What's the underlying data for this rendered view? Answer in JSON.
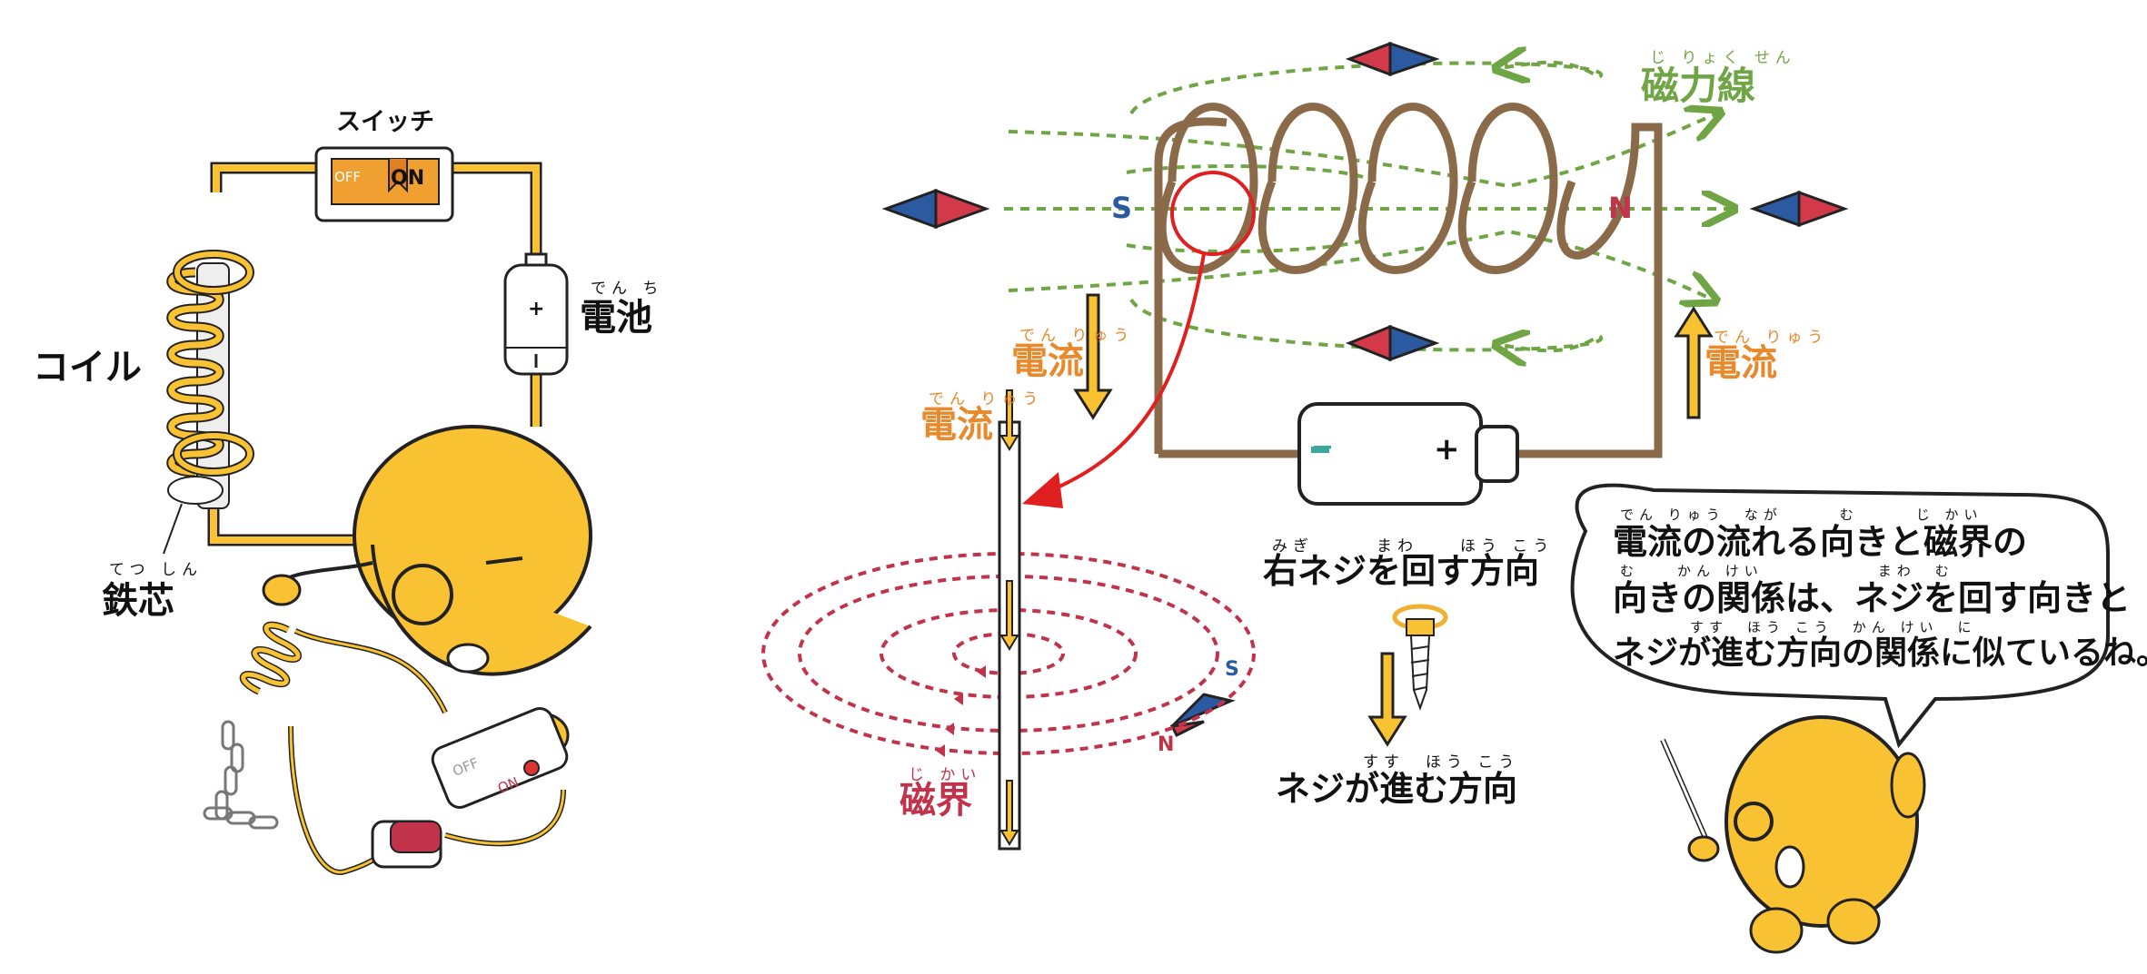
{
  "left": {
    "switch_label": "スイッチ",
    "switch_off": "OFF",
    "switch_on": "ON",
    "battery_label": "電池",
    "battery_label_ruby": "でん ち",
    "battery_plus": "+",
    "coil_label": "コイル",
    "core_label": "鉄芯",
    "core_label_ruby": "てつ しん",
    "remote_off": "OFF",
    "remote_on": "ON"
  },
  "middle": {
    "current_label_a": "電流",
    "current_label_a_ruby": "でん りゅう",
    "current_label_b": "電流",
    "current_label_b_ruby": "でん りゅう",
    "current_label_c": "電流",
    "current_label_c_ruby": "でん りゅう",
    "field_lines_label": "磁力線",
    "field_lines_ruby": "じ りょく せん",
    "pole_s": "S",
    "pole_n": "N",
    "compass_s": "S",
    "compass_n": "N",
    "magnetic_field_label": "磁界",
    "magnetic_field_ruby": "じ かい",
    "screw_turn_label": "右ネジを回す方向",
    "screw_turn_ruby": "みぎ　　　まわ　　ほう こう",
    "screw_advance_label": "ネジが進む方向",
    "screw_advance_ruby": "すす　ほう こう",
    "battery_minus": "−",
    "battery_plus": "+"
  },
  "speech": {
    "line1": "電流の流れる向きと磁界の",
    "line1_ruby": "でん りゅう　なが　　　む　　　じ かい",
    "line2": "向きの関係は、ネジを回す向きと",
    "line2_ruby": "む　　かん けい　　　　　　まわ　む",
    "line3": "ネジが進む方向の関係に似ているね。",
    "line3_ruby": "すす　ほう こう　かん けい　に"
  },
  "colors": {
    "yellow": "#F9C232",
    "orange": "#E8892B",
    "green": "#6FA544",
    "red": "#C0334A",
    "brown": "#8B6A4A",
    "blue": "#2C5AA0"
  }
}
